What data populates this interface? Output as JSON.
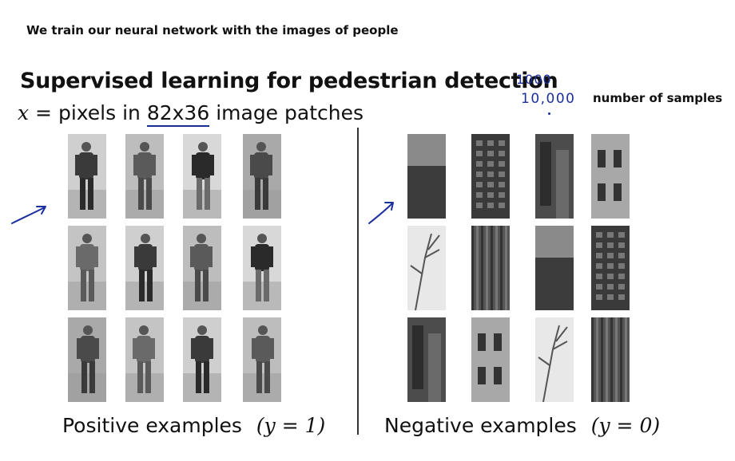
{
  "top_caption": "We train our neural network with the images of people",
  "slide": {
    "title": "Supervised learning for pedestrian detection",
    "subtitle_var": "x",
    "subtitle_eq": " = pixels in ",
    "subtitle_highlight": "82x36",
    "subtitle_rest": " image patches"
  },
  "annotations": {
    "count_small": "1000",
    "count_large": "10,000",
    "samples_label": "number of samples"
  },
  "positive": {
    "label": "Positive examples",
    "math": "(y = 1)",
    "patches": [
      "pedestrian-patch-1",
      "pedestrian-patch-2",
      "pedestrian-patch-3",
      "pedestrian-patch-4",
      "pedestrian-patch-5",
      "pedestrian-patch-6",
      "pedestrian-patch-7",
      "pedestrian-patch-8",
      "pedestrian-patch-9",
      "pedestrian-patch-10",
      "pedestrian-patch-11",
      "pedestrian-patch-12"
    ]
  },
  "negative": {
    "label": "Negative examples",
    "math": "(y = 0)",
    "patches": [
      "background-patch-1",
      "background-patch-2",
      "background-patch-3",
      "background-patch-4",
      "background-patch-5",
      "background-patch-6",
      "background-patch-7",
      "background-patch-8",
      "background-patch-9",
      "background-patch-10",
      "background-patch-11",
      "background-patch-12"
    ]
  },
  "icons": {
    "arrow": "arrow-up-right-icon"
  },
  "colors": {
    "ink": "#1b2fa0",
    "text": "#111111"
  }
}
